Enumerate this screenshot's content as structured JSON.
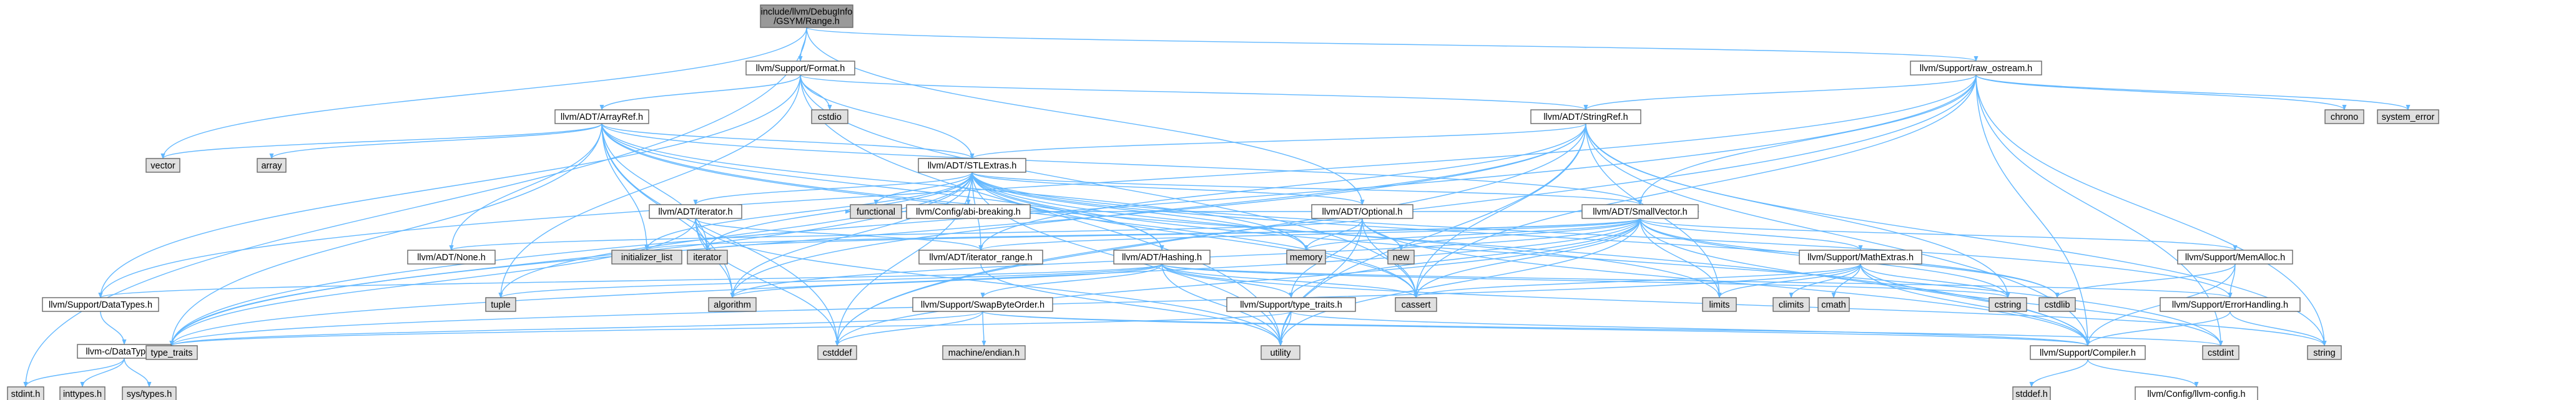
{
  "colors": {
    "edge": "#63b8ff",
    "node_fill": "#ffffff",
    "ext_fill": "#e0e0e0",
    "root_fill": "#999999",
    "border": "#666666"
  },
  "nodes": [
    {
      "id": "root",
      "label": "include/llvm/DebugInfo\n/GSYM/Range.h",
      "kind": "root"
    },
    {
      "id": "format",
      "label": "llvm/Support/Format.h",
      "kind": "header"
    },
    {
      "id": "raw_ostream",
      "label": "llvm/Support/raw_ostream.h",
      "kind": "header"
    },
    {
      "id": "cstdio",
      "label": "cstdio",
      "kind": "system"
    },
    {
      "id": "arrayref",
      "label": "llvm/ADT/ArrayRef.h",
      "kind": "header"
    },
    {
      "id": "stringref",
      "label": "llvm/ADT/StringRef.h",
      "kind": "header"
    },
    {
      "id": "chrono",
      "label": "chrono",
      "kind": "system"
    },
    {
      "id": "system_error",
      "label": "system_error",
      "kind": "system"
    },
    {
      "id": "vector",
      "label": "vector",
      "kind": "system"
    },
    {
      "id": "array",
      "label": "array",
      "kind": "system"
    },
    {
      "id": "stlextras",
      "label": "llvm/ADT/STLExtras.h",
      "kind": "header"
    },
    {
      "id": "functional",
      "label": "functional",
      "kind": "system"
    },
    {
      "id": "abibreaking",
      "label": "llvm/Config/abi-breaking.h",
      "kind": "header"
    },
    {
      "id": "iterator_h",
      "label": "llvm/ADT/iterator.h",
      "kind": "header"
    },
    {
      "id": "optional_h",
      "label": "llvm/ADT/Optional.h",
      "kind": "header"
    },
    {
      "id": "smallvector",
      "label": "llvm/ADT/SmallVector.h",
      "kind": "header"
    },
    {
      "id": "none_h",
      "label": "llvm/ADT/None.h",
      "kind": "header"
    },
    {
      "id": "initializer_list",
      "label": "initializer_list",
      "kind": "system"
    },
    {
      "id": "iterator",
      "label": "iterator",
      "kind": "system"
    },
    {
      "id": "iterator_range",
      "label": "llvm/ADT/iterator_range.h",
      "kind": "header"
    },
    {
      "id": "memory",
      "label": "memory",
      "kind": "system"
    },
    {
      "id": "new",
      "label": "new",
      "kind": "system"
    },
    {
      "id": "hashing",
      "label": "llvm/ADT/Hashing.h",
      "kind": "header"
    },
    {
      "id": "mathextras",
      "label": "llvm/Support/MathExtras.h",
      "kind": "header"
    },
    {
      "id": "memalloc",
      "label": "llvm/Support/MemAlloc.h",
      "kind": "header"
    },
    {
      "id": "tuple",
      "label": "tuple",
      "kind": "system"
    },
    {
      "id": "algorithm",
      "label": "algorithm",
      "kind": "system"
    },
    {
      "id": "swapbyteorder",
      "label": "llvm/Support/SwapByteOrder.h",
      "kind": "header"
    },
    {
      "id": "type_traits_h",
      "label": "llvm/Support/type_traits.h",
      "kind": "header"
    },
    {
      "id": "cassert",
      "label": "cassert",
      "kind": "system"
    },
    {
      "id": "limits",
      "label": "limits",
      "kind": "system"
    },
    {
      "id": "climits",
      "label": "climits",
      "kind": "system"
    },
    {
      "id": "cmath",
      "label": "cmath",
      "kind": "system"
    },
    {
      "id": "cstring",
      "label": "cstring",
      "kind": "system"
    },
    {
      "id": "cstdlib",
      "label": "cstdlib",
      "kind": "system"
    },
    {
      "id": "errorhandling",
      "label": "llvm/Support/ErrorHandling.h",
      "kind": "header"
    },
    {
      "id": "datatypes",
      "label": "llvm/Support/DataTypes.h",
      "kind": "header"
    },
    {
      "id": "c_datatypes",
      "label": "llvm-c/DataTypes.h",
      "kind": "header"
    },
    {
      "id": "stdint",
      "label": "stdint.h",
      "kind": "system"
    },
    {
      "id": "inttypes",
      "label": "inttypes.h",
      "kind": "system"
    },
    {
      "id": "sys_types",
      "label": "sys/types.h",
      "kind": "system"
    },
    {
      "id": "type_traits",
      "label": "type_traits",
      "kind": "system"
    },
    {
      "id": "machine_endian",
      "label": "machine/endian.h",
      "kind": "system"
    },
    {
      "id": "cstddef",
      "label": "cstddef",
      "kind": "system"
    },
    {
      "id": "utility",
      "label": "utility",
      "kind": "system"
    },
    {
      "id": "compiler",
      "label": "llvm/Support/Compiler.h",
      "kind": "header"
    },
    {
      "id": "cstdint",
      "label": "cstdint",
      "kind": "system"
    },
    {
      "id": "string",
      "label": "string",
      "kind": "system"
    },
    {
      "id": "stddef",
      "label": "stddef.h",
      "kind": "system"
    },
    {
      "id": "llvm_config",
      "label": "llvm/Config/llvm-config.h",
      "kind": "header"
    }
  ],
  "edges": [
    [
      "root",
      "format"
    ],
    [
      "root",
      "raw_ostream"
    ],
    [
      "root",
      "stdint"
    ],
    [
      "root",
      "vector"
    ],
    [
      "root",
      "optional_h"
    ],
    [
      "format",
      "arrayref"
    ],
    [
      "format",
      "stringref"
    ],
    [
      "format",
      "stlextras"
    ],
    [
      "format",
      "cstdio"
    ],
    [
      "format",
      "cassert"
    ],
    [
      "format",
      "datatypes"
    ],
    [
      "format",
      "tuple"
    ],
    [
      "format",
      "utility"
    ],
    [
      "raw_ostream",
      "stringref"
    ],
    [
      "raw_ostream",
      "datatypes"
    ],
    [
      "raw_ostream",
      "chrono"
    ],
    [
      "raw_ostream",
      "system_error"
    ],
    [
      "raw_ostream",
      "string"
    ],
    [
      "raw_ostream",
      "cassert"
    ],
    [
      "raw_ostream",
      "cstddef"
    ],
    [
      "raw_ostream",
      "cstdint"
    ],
    [
      "raw_ostream",
      "type_traits"
    ],
    [
      "raw_ostream",
      "smallvector"
    ],
    [
      "raw_ostream",
      "compiler"
    ],
    [
      "arrayref",
      "vector"
    ],
    [
      "arrayref",
      "array"
    ],
    [
      "arrayref",
      "stlextras"
    ],
    [
      "arrayref",
      "hashing"
    ],
    [
      "arrayref",
      "none_h"
    ],
    [
      "arrayref",
      "smallvector"
    ],
    [
      "arrayref",
      "compiler"
    ],
    [
      "arrayref",
      "algorithm"
    ],
    [
      "arrayref",
      "cassert"
    ],
    [
      "arrayref",
      "cstddef"
    ],
    [
      "arrayref",
      "initializer_list"
    ],
    [
      "arrayref",
      "iterator"
    ],
    [
      "arrayref",
      "memory"
    ],
    [
      "arrayref",
      "type_traits"
    ],
    [
      "stringref",
      "stlextras"
    ],
    [
      "stringref",
      "iterator_range"
    ],
    [
      "stringref",
      "compiler"
    ],
    [
      "stringref",
      "algorithm"
    ],
    [
      "stringref",
      "cassert"
    ],
    [
      "stringref",
      "cstddef"
    ],
    [
      "stringref",
      "cstring"
    ],
    [
      "stringref",
      "limits"
    ],
    [
      "stringref",
      "string"
    ],
    [
      "stringref",
      "type_traits"
    ],
    [
      "stringref",
      "utility"
    ],
    [
      "stlextras",
      "functional"
    ],
    [
      "stlextras",
      "abibreaking"
    ],
    [
      "stlextras",
      "iterator_h"
    ],
    [
      "stlextras",
      "iterator_range"
    ],
    [
      "stlextras",
      "optional_h"
    ],
    [
      "stlextras",
      "smallvector"
    ],
    [
      "stlextras",
      "errorhandling"
    ],
    [
      "stlextras",
      "hashing"
    ],
    [
      "stlextras",
      "algorithm"
    ],
    [
      "stlextras",
      "cassert"
    ],
    [
      "stlextras",
      "cstddef"
    ],
    [
      "stlextras",
      "cstdint"
    ],
    [
      "stlextras",
      "cstdlib"
    ],
    [
      "stlextras",
      "initializer_list"
    ],
    [
      "stlextras",
      "iterator"
    ],
    [
      "stlextras",
      "limits"
    ],
    [
      "stlextras",
      "memory"
    ],
    [
      "stlextras",
      "tuple"
    ],
    [
      "stlextras",
      "type_traits"
    ],
    [
      "stlextras",
      "utility"
    ],
    [
      "iterator_h",
      "iterator_range"
    ],
    [
      "iterator_h",
      "algorithm"
    ],
    [
      "iterator_h",
      "cstddef"
    ],
    [
      "iterator_h",
      "iterator"
    ],
    [
      "iterator_h",
      "type_traits"
    ],
    [
      "iterator_h",
      "utility"
    ],
    [
      "optional_h",
      "none_h"
    ],
    [
      "optional_h",
      "compiler"
    ],
    [
      "optional_h",
      "type_traits_h"
    ],
    [
      "optional_h",
      "cassert"
    ],
    [
      "optional_h",
      "memory"
    ],
    [
      "optional_h",
      "new"
    ],
    [
      "optional_h",
      "utility"
    ],
    [
      "smallvector",
      "iterator_range"
    ],
    [
      "smallvector",
      "compiler"
    ],
    [
      "smallvector",
      "mathextras"
    ],
    [
      "smallvector",
      "memalloc"
    ],
    [
      "smallvector",
      "type_traits_h"
    ],
    [
      "smallvector",
      "algorithm"
    ],
    [
      "smallvector",
      "cassert"
    ],
    [
      "smallvector",
      "cstddef"
    ],
    [
      "smallvector",
      "cstdlib"
    ],
    [
      "smallvector",
      "cstring"
    ],
    [
      "smallvector",
      "functional"
    ],
    [
      "smallvector",
      "initializer_list"
    ],
    [
      "smallvector",
      "iterator"
    ],
    [
      "smallvector",
      "limits"
    ],
    [
      "smallvector",
      "memory"
    ],
    [
      "smallvector",
      "new"
    ],
    [
      "smallvector",
      "type_traits"
    ],
    [
      "smallvector",
      "utility"
    ],
    [
      "iterator_range",
      "utility"
    ],
    [
      "hashing",
      "errorhandling"
    ],
    [
      "hashing",
      "swapbyteorder"
    ],
    [
      "hashing",
      "type_traits_h"
    ],
    [
      "hashing",
      "datatypes"
    ],
    [
      "hashing",
      "algorithm"
    ],
    [
      "hashing",
      "cassert"
    ],
    [
      "hashing",
      "cstring"
    ],
    [
      "hashing",
      "string"
    ],
    [
      "hashing",
      "tuple"
    ],
    [
      "hashing",
      "utility"
    ],
    [
      "mathextras",
      "compiler"
    ],
    [
      "mathextras",
      "cassert"
    ],
    [
      "mathextras",
      "climits"
    ],
    [
      "mathextras",
      "cmath"
    ],
    [
      "mathextras",
      "cstdint"
    ],
    [
      "mathextras",
      "cstring"
    ],
    [
      "mathextras",
      "limits"
    ],
    [
      "mathextras",
      "type_traits"
    ],
    [
      "memalloc",
      "compiler"
    ],
    [
      "memalloc",
      "errorhandling"
    ],
    [
      "memalloc",
      "cstdlib"
    ],
    [
      "swapbyteorder",
      "compiler"
    ],
    [
      "swapbyteorder",
      "cstddef"
    ],
    [
      "swapbyteorder",
      "cstdint"
    ],
    [
      "swapbyteorder",
      "type_traits"
    ],
    [
      "swapbyteorder",
      "machine_endian"
    ],
    [
      "type_traits_h",
      "compiler"
    ],
    [
      "type_traits_h",
      "type_traits"
    ],
    [
      "type_traits_h",
      "utility"
    ],
    [
      "errorhandling",
      "compiler"
    ],
    [
      "errorhandling",
      "string"
    ],
    [
      "datatypes",
      "c_datatypes"
    ],
    [
      "c_datatypes",
      "inttypes"
    ],
    [
      "c_datatypes",
      "stdint"
    ],
    [
      "c_datatypes",
      "sys_types"
    ],
    [
      "compiler",
      "llvm_config"
    ],
    [
      "compiler",
      "stddef"
    ]
  ]
}
